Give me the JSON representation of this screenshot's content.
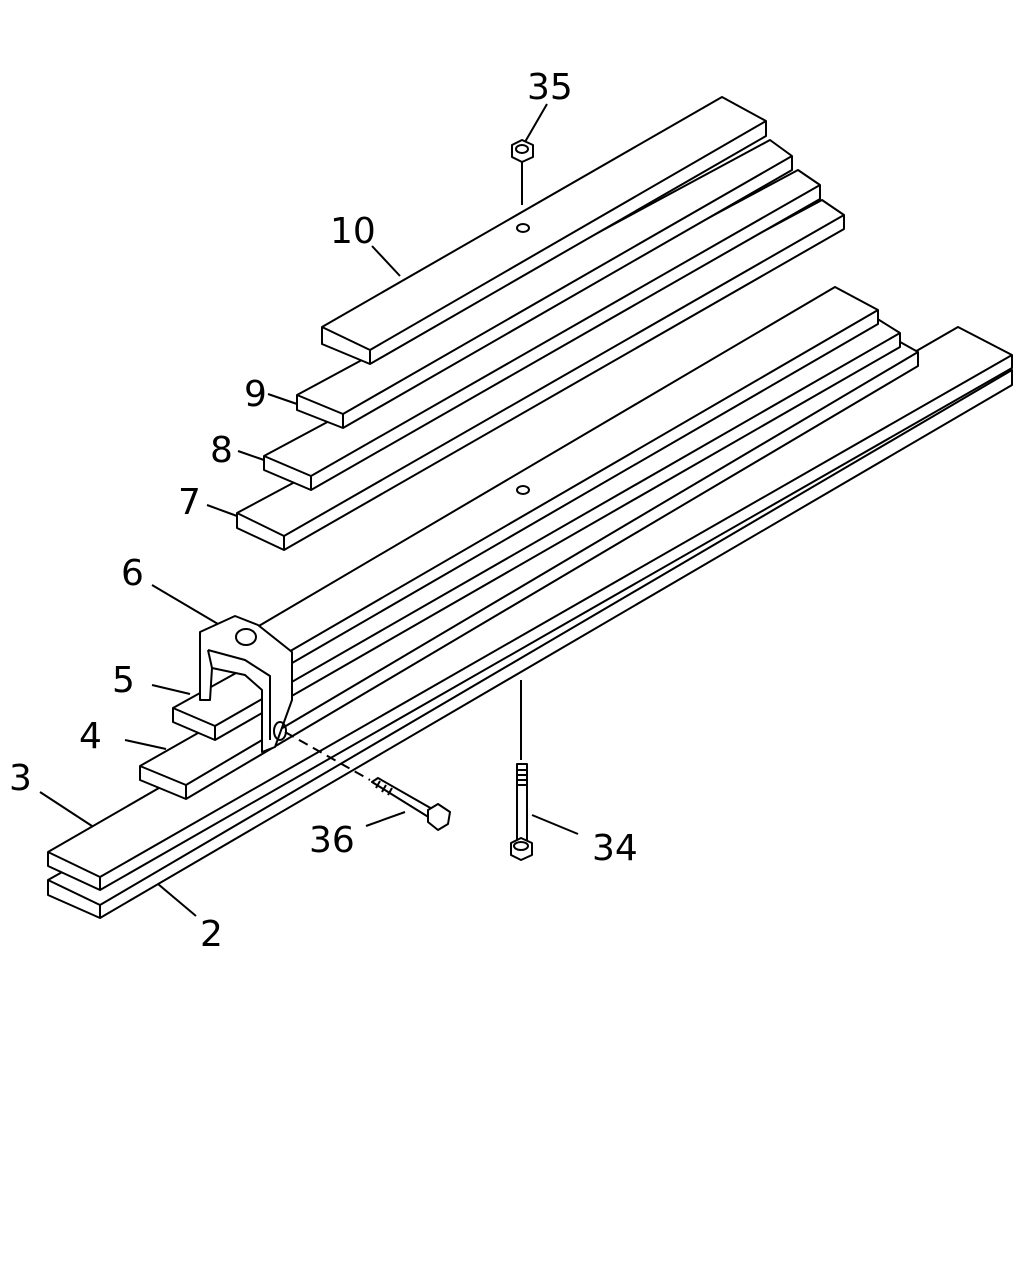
{
  "diagram": {
    "callouts": [
      {
        "id": "35",
        "label": "35"
      },
      {
        "id": "10",
        "label": "10"
      },
      {
        "id": "9",
        "label": "9"
      },
      {
        "id": "8",
        "label": "8"
      },
      {
        "id": "7",
        "label": "7"
      },
      {
        "id": "6",
        "label": "6"
      },
      {
        "id": "5",
        "label": "5"
      },
      {
        "id": "4",
        "label": "4"
      },
      {
        "id": "3",
        "label": "3"
      },
      {
        "id": "36",
        "label": "36"
      },
      {
        "id": "34",
        "label": "34"
      },
      {
        "id": "2",
        "label": "2"
      }
    ]
  }
}
